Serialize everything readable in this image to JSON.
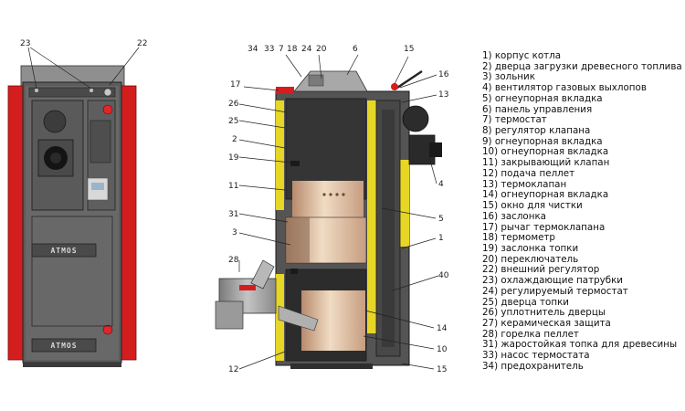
{
  "brand_label": "ATMOS",
  "front_view": {
    "callouts": [
      "23",
      "22"
    ]
  },
  "section_view": {
    "callouts_top": [
      "34",
      "33",
      "7",
      "18",
      "24",
      "20",
      "6",
      "15"
    ],
    "callouts_left": [
      "17",
      "26",
      "25",
      "2",
      "19",
      "11",
      "31",
      "3",
      "28",
      "12"
    ],
    "callouts_right": [
      "16",
      "13",
      "4",
      "5",
      "1",
      "40",
      "14",
      "10",
      "15"
    ]
  },
  "legend": [
    "1) корпус котла",
    "2) дверца загрузки древесного топлива",
    "3) зольник",
    "4) вентилятор газовых выхлопов",
    "5) огнеупорная вкладка",
    "6) панель управления",
    "7) термостат",
    "8) регулятор клапана",
    "9) огнеупорная вкладка",
    "10) огнеупорная вкладка",
    "11) закрывающий клапан",
    "12) подача пеллет",
    "13) термоклапан",
    "14) огнеупорная вкладка",
    "15) окно для чистки",
    "16) заслонка",
    "17) рычаг термоклапана",
    "18) термометр",
    "19) заслонка топки",
    "20) переключатель",
    "22) внешний регулятор",
    "23) охлаждающие патрубки",
    "24) регулируемый термостат",
    "25) дверца топки",
    "26) уплотнитель дверцы",
    "27) керамическая защита",
    "28) горелка пеллет",
    "31) жаростойкая топка для древесины",
    "33) насос термостата",
    "34) предохранитель"
  ]
}
